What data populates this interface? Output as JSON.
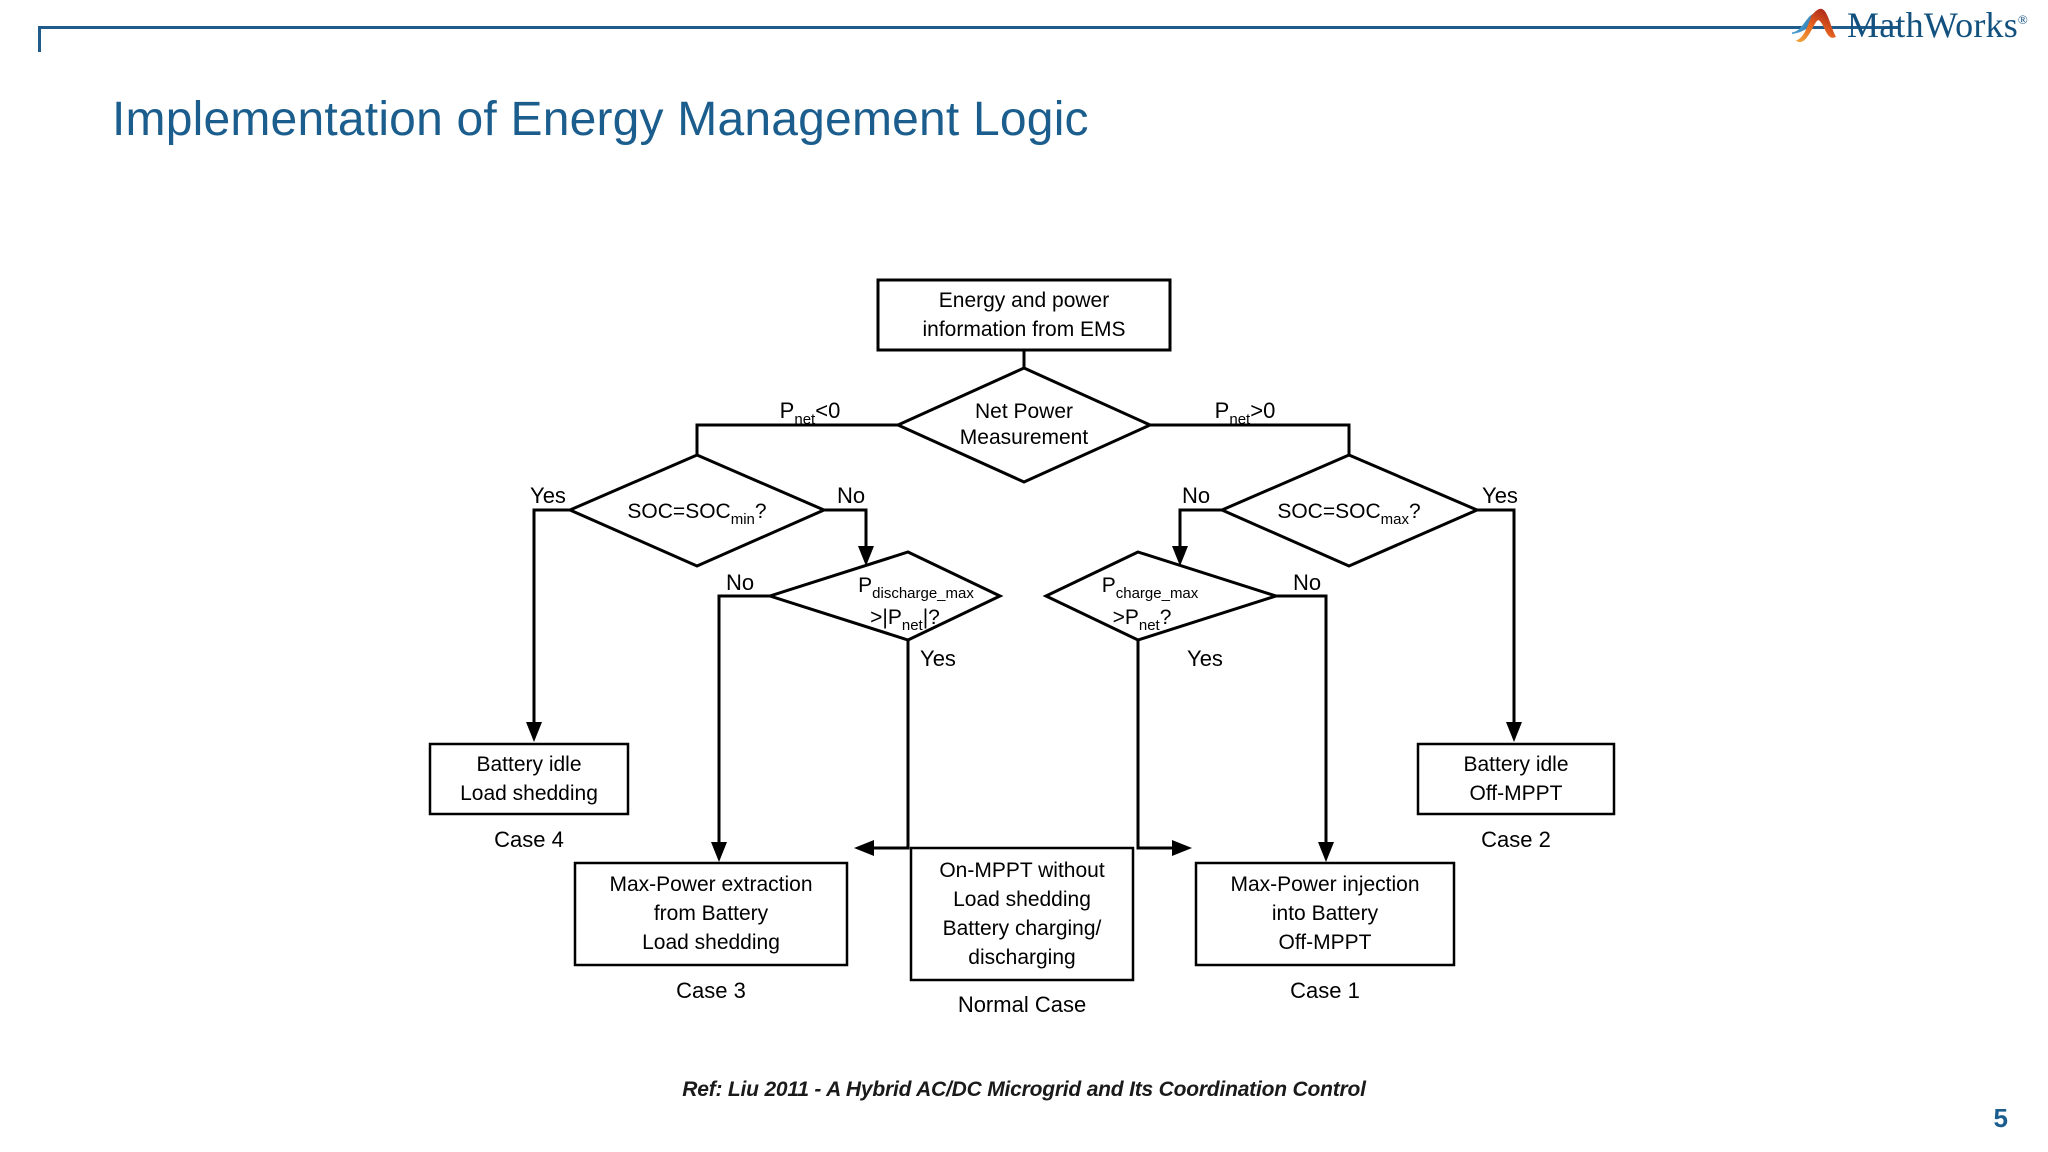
{
  "brand": {
    "name": "MathWorks",
    "trademark": "®",
    "logo_icon": "mathworks-membrane-icon",
    "accent_color": "#12507e"
  },
  "slide": {
    "title": "Implementation of Energy Management Logic",
    "page_number": "5",
    "caption": "Ref: Liu 2011 - A Hybrid AC/DC Microgrid and Its Coordination Control",
    "rule_color": "#1f5c8b",
    "title_color": "#1b5e8e"
  },
  "flowchart": {
    "nodes": {
      "start": {
        "line1": "Energy and power",
        "line2": "information from EMS"
      },
      "net_power": {
        "line1": "Net Power",
        "line2": "Measurement"
      },
      "soc_min": {
        "prefix": "SOC=SOC",
        "sub": "min",
        "suffix": "?"
      },
      "soc_max": {
        "prefix": "SOC=SOC",
        "sub": "max",
        "suffix": "?"
      },
      "p_discharge": {
        "l1_prefix": "P",
        "l1_sub": "discharge_max",
        "l2_prefix": ">|P",
        "l2_sub": "net",
        "l2_suffix": "|?"
      },
      "p_charge": {
        "l1_prefix": "P",
        "l1_sub": "charge_max",
        "l2_prefix": ">P",
        "l2_sub": "net",
        "l2_suffix": "?"
      },
      "case4": {
        "line1": "Battery idle",
        "line2": "Load shedding",
        "case": "Case 4"
      },
      "case3": {
        "line1": "Max-Power extraction",
        "line2": "from Battery",
        "line3": "Load shedding",
        "case": "Case 3"
      },
      "normal": {
        "line1": "On-MPPT without",
        "line2": "Load shedding",
        "line3": "Battery charging/",
        "line4": "discharging",
        "case": "Normal Case"
      },
      "case1": {
        "line1": "Max-Power injection",
        "line2": "into Battery",
        "line3": "Off-MPPT",
        "case": "Case 1"
      },
      "case2": {
        "line1": "Battery idle",
        "line2": "Off-MPPT",
        "case": "Case 2"
      }
    },
    "edge_labels": {
      "pnet_neg_prefix": "P",
      "pnet_neg_sub": "net",
      "pnet_neg_suffix": "<0",
      "pnet_pos_prefix": "P",
      "pnet_pos_sub": "net",
      "pnet_pos_suffix": ">0",
      "soc_min_yes": "Yes",
      "soc_min_no": "No",
      "soc_max_no": "No",
      "soc_max_yes": "Yes",
      "pdis_no": "No",
      "pdis_yes": "Yes",
      "pchg_no": "No",
      "pchg_yes": "Yes"
    }
  }
}
